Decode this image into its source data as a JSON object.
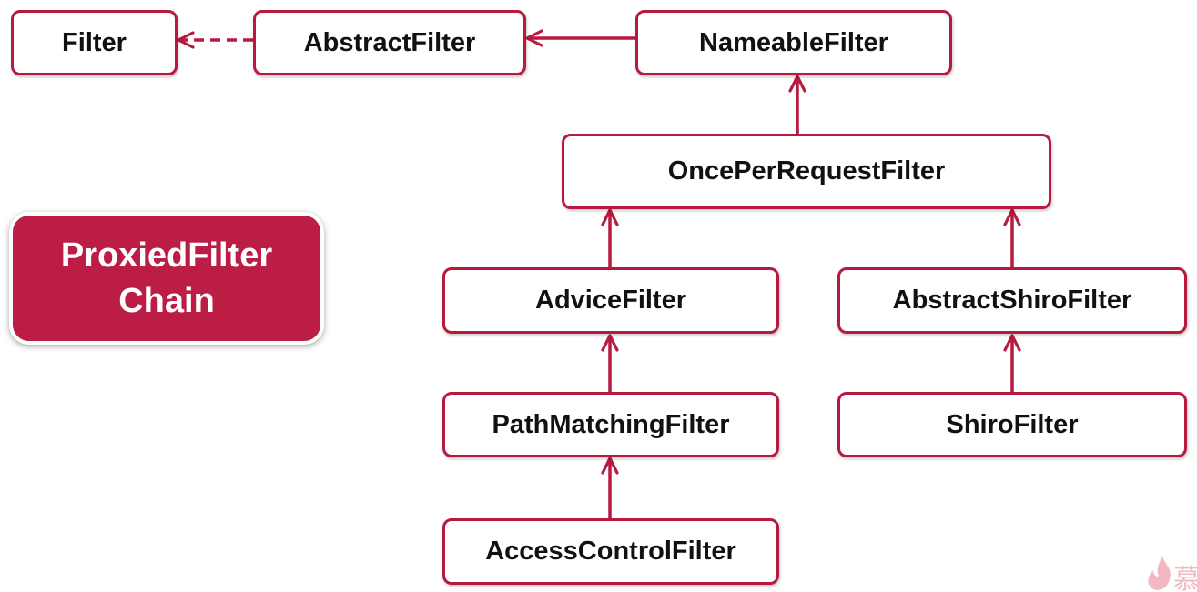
{
  "diagram": {
    "nodes": {
      "filter": "Filter",
      "abstract_filter": "AbstractFilter",
      "nameable_filter": "NameableFilter",
      "once_per_request_filter": "OncePerRequestFilter",
      "advice_filter": "AdviceFilter",
      "abstract_shiro_filter": "AbstractShiroFilter",
      "path_matching_filter": "PathMatchingFilter",
      "shiro_filter": "ShiroFilter",
      "access_control_filter": "AccessControlFilter"
    },
    "proxied_filter_chain": {
      "line1": "ProxiedFilter",
      "line2": "Chain"
    },
    "edges": [
      {
        "from": "abstract_filter",
        "to": "filter",
        "style": "dashed"
      },
      {
        "from": "nameable_filter",
        "to": "abstract_filter",
        "style": "solid"
      },
      {
        "from": "once_per_request_filter",
        "to": "nameable_filter",
        "style": "solid"
      },
      {
        "from": "advice_filter",
        "to": "once_per_request_filter",
        "style": "solid"
      },
      {
        "from": "abstract_shiro_filter",
        "to": "once_per_request_filter",
        "style": "solid"
      },
      {
        "from": "path_matching_filter",
        "to": "advice_filter",
        "style": "solid"
      },
      {
        "from": "shiro_filter",
        "to": "abstract_shiro_filter",
        "style": "solid"
      },
      {
        "from": "access_control_filter",
        "to": "path_matching_filter",
        "style": "solid"
      }
    ],
    "colors": {
      "accent": "#b8193f",
      "highlight_fill": "#bb1d45",
      "node_fill": "#ffffff",
      "text": "#111111"
    },
    "watermark_glyph": "慕"
  }
}
